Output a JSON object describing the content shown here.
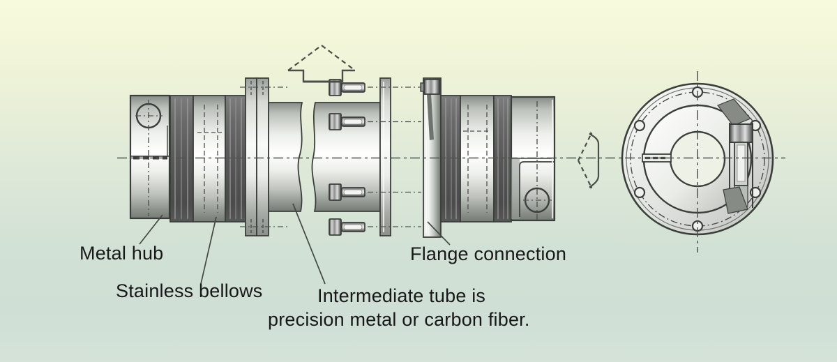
{
  "diagram": {
    "kind": "technical-drawing",
    "labels": {
      "metal_hub": "Metal hub",
      "stainless_bellows": "Stainless bellows",
      "flange_connection": "Flange connection",
      "intermediate_tube_line1": "Intermediate tube is",
      "intermediate_tube_line2": "precision metal or carbon fiber."
    },
    "icons": {
      "up_arrow": "arrow-up-outline",
      "left_arrow": "arrow-left-outline"
    },
    "colors": {
      "background_top": "#f8fade",
      "background_bottom": "#cfdfd5",
      "outline": "#3b3f3b",
      "metal_light": "#f2f3f0",
      "metal_dark": "#565656",
      "centerline": "#4f534e",
      "text": "#181818"
    }
  }
}
